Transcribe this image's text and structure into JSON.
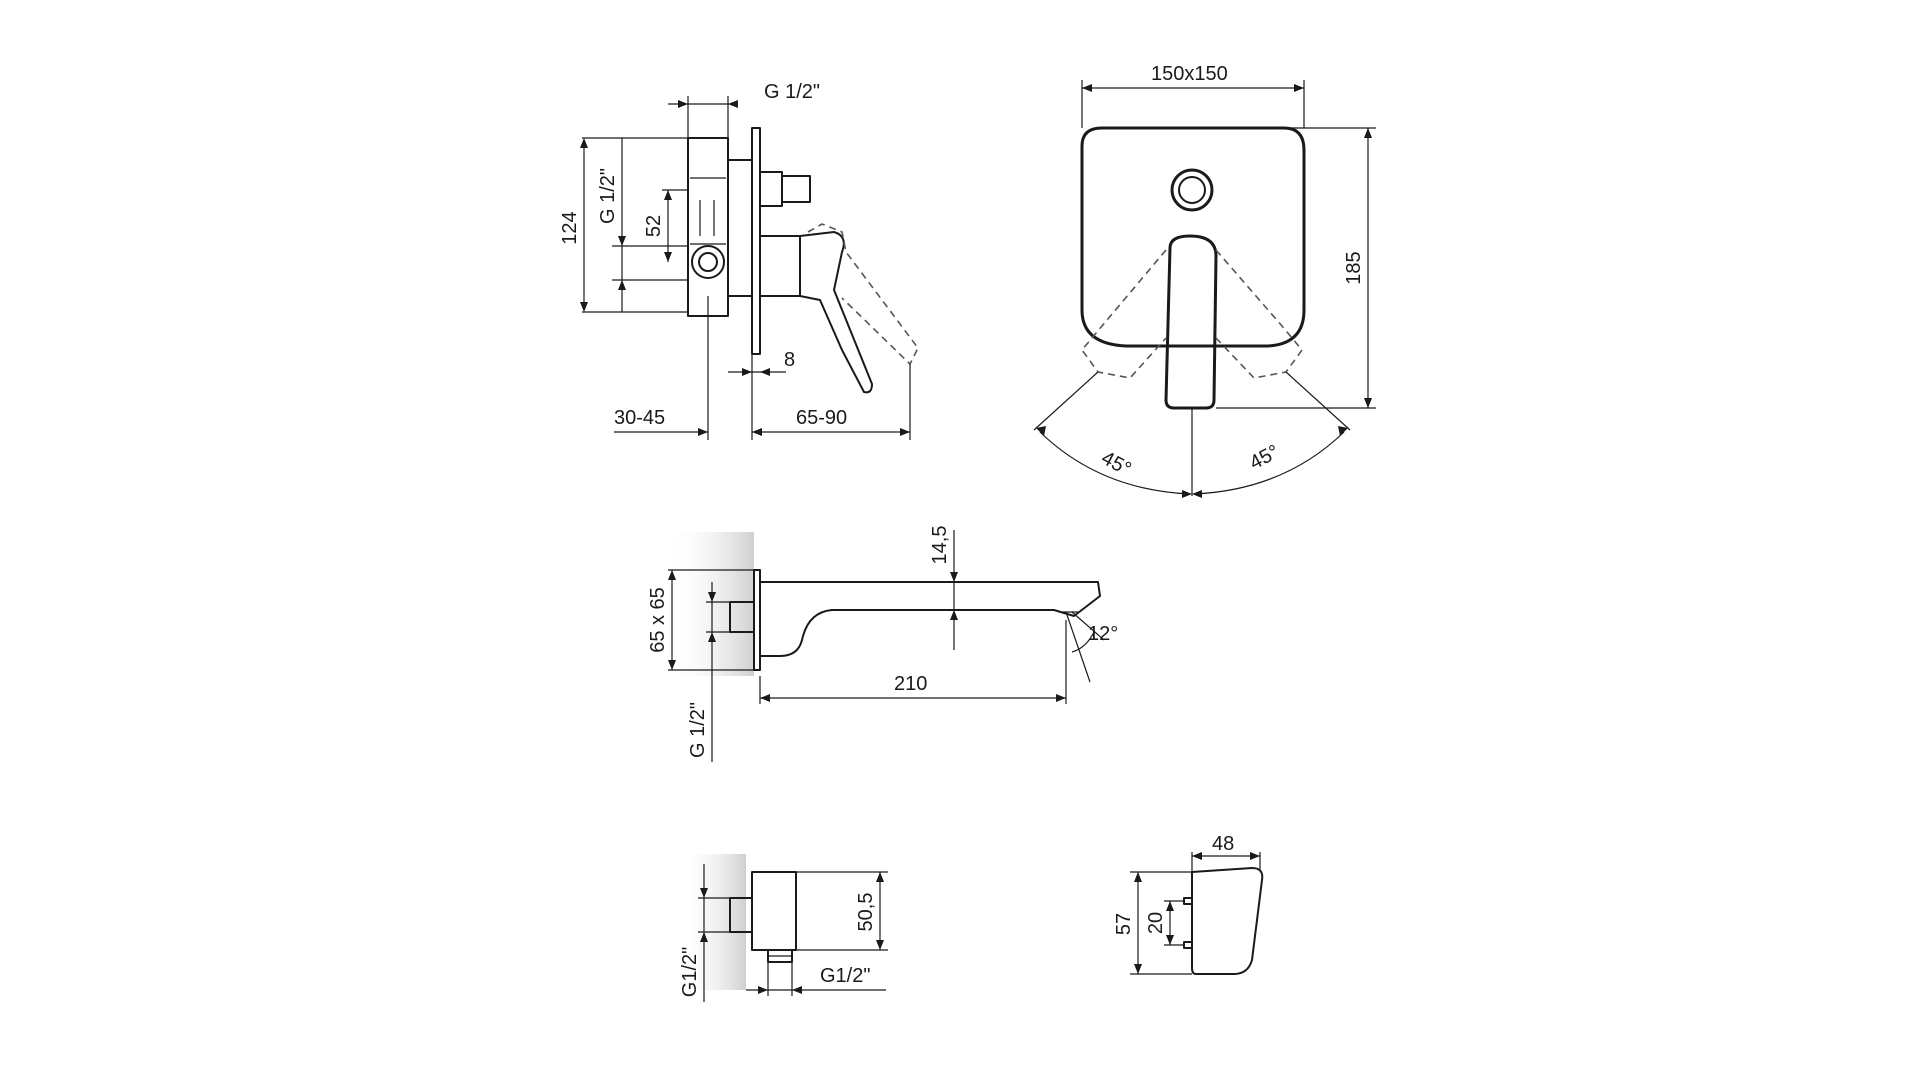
{
  "views": {
    "side_mixer": {
      "thread_top": "G 1/2\"",
      "thread_vertical": "G 1/2\"",
      "height_total": "124",
      "height_inner": "52",
      "plate_thickness": "8",
      "depth_wall": "30-45",
      "depth_front": "65-90"
    },
    "front_mixer": {
      "plate_size": "150x150",
      "height": "185",
      "angle_left": "45°",
      "angle_right": "45°"
    },
    "spout": {
      "plate_size": "65 x 65",
      "thread": "G 1/2\"",
      "height": "14,5",
      "length": "210",
      "angle": "12°"
    },
    "wall_connector": {
      "thread_left": "G1/2\"",
      "thread_bottom": "G1/2\"",
      "height": "50,5"
    },
    "holder": {
      "width": "48",
      "height": "57",
      "hole_spacing": "20"
    }
  }
}
